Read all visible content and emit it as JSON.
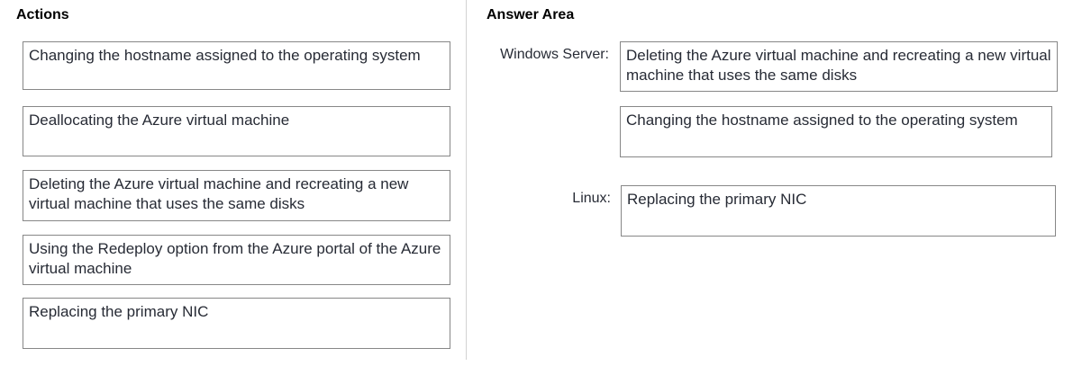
{
  "actions_panel": {
    "title": "Actions",
    "items": [
      "Changing the hostname assigned to the operating system",
      "Deallocating the Azure virtual machine",
      "Deleting the Azure virtual machine and recreating a new virtual machine that uses the same disks",
      "Using the Redeploy option from the Azure portal of the Azure virtual machine",
      "Replacing the primary NIC"
    ]
  },
  "answer_area": {
    "title": "Answer Area",
    "windows_server": {
      "label": "Windows Server:",
      "answers": [
        "Deleting the Azure virtual machine and recreating a new virtual machine that uses the same disks",
        "Changing the hostname assigned to the operating system"
      ]
    },
    "linux": {
      "label": "Linux:",
      "answers": [
        "Replacing the primary NIC"
      ]
    }
  },
  "colors": {
    "background": "#ffffff",
    "box_border": "#878787",
    "divider": "#d2d2d2",
    "text": "#272b35",
    "heading": "#000000"
  }
}
